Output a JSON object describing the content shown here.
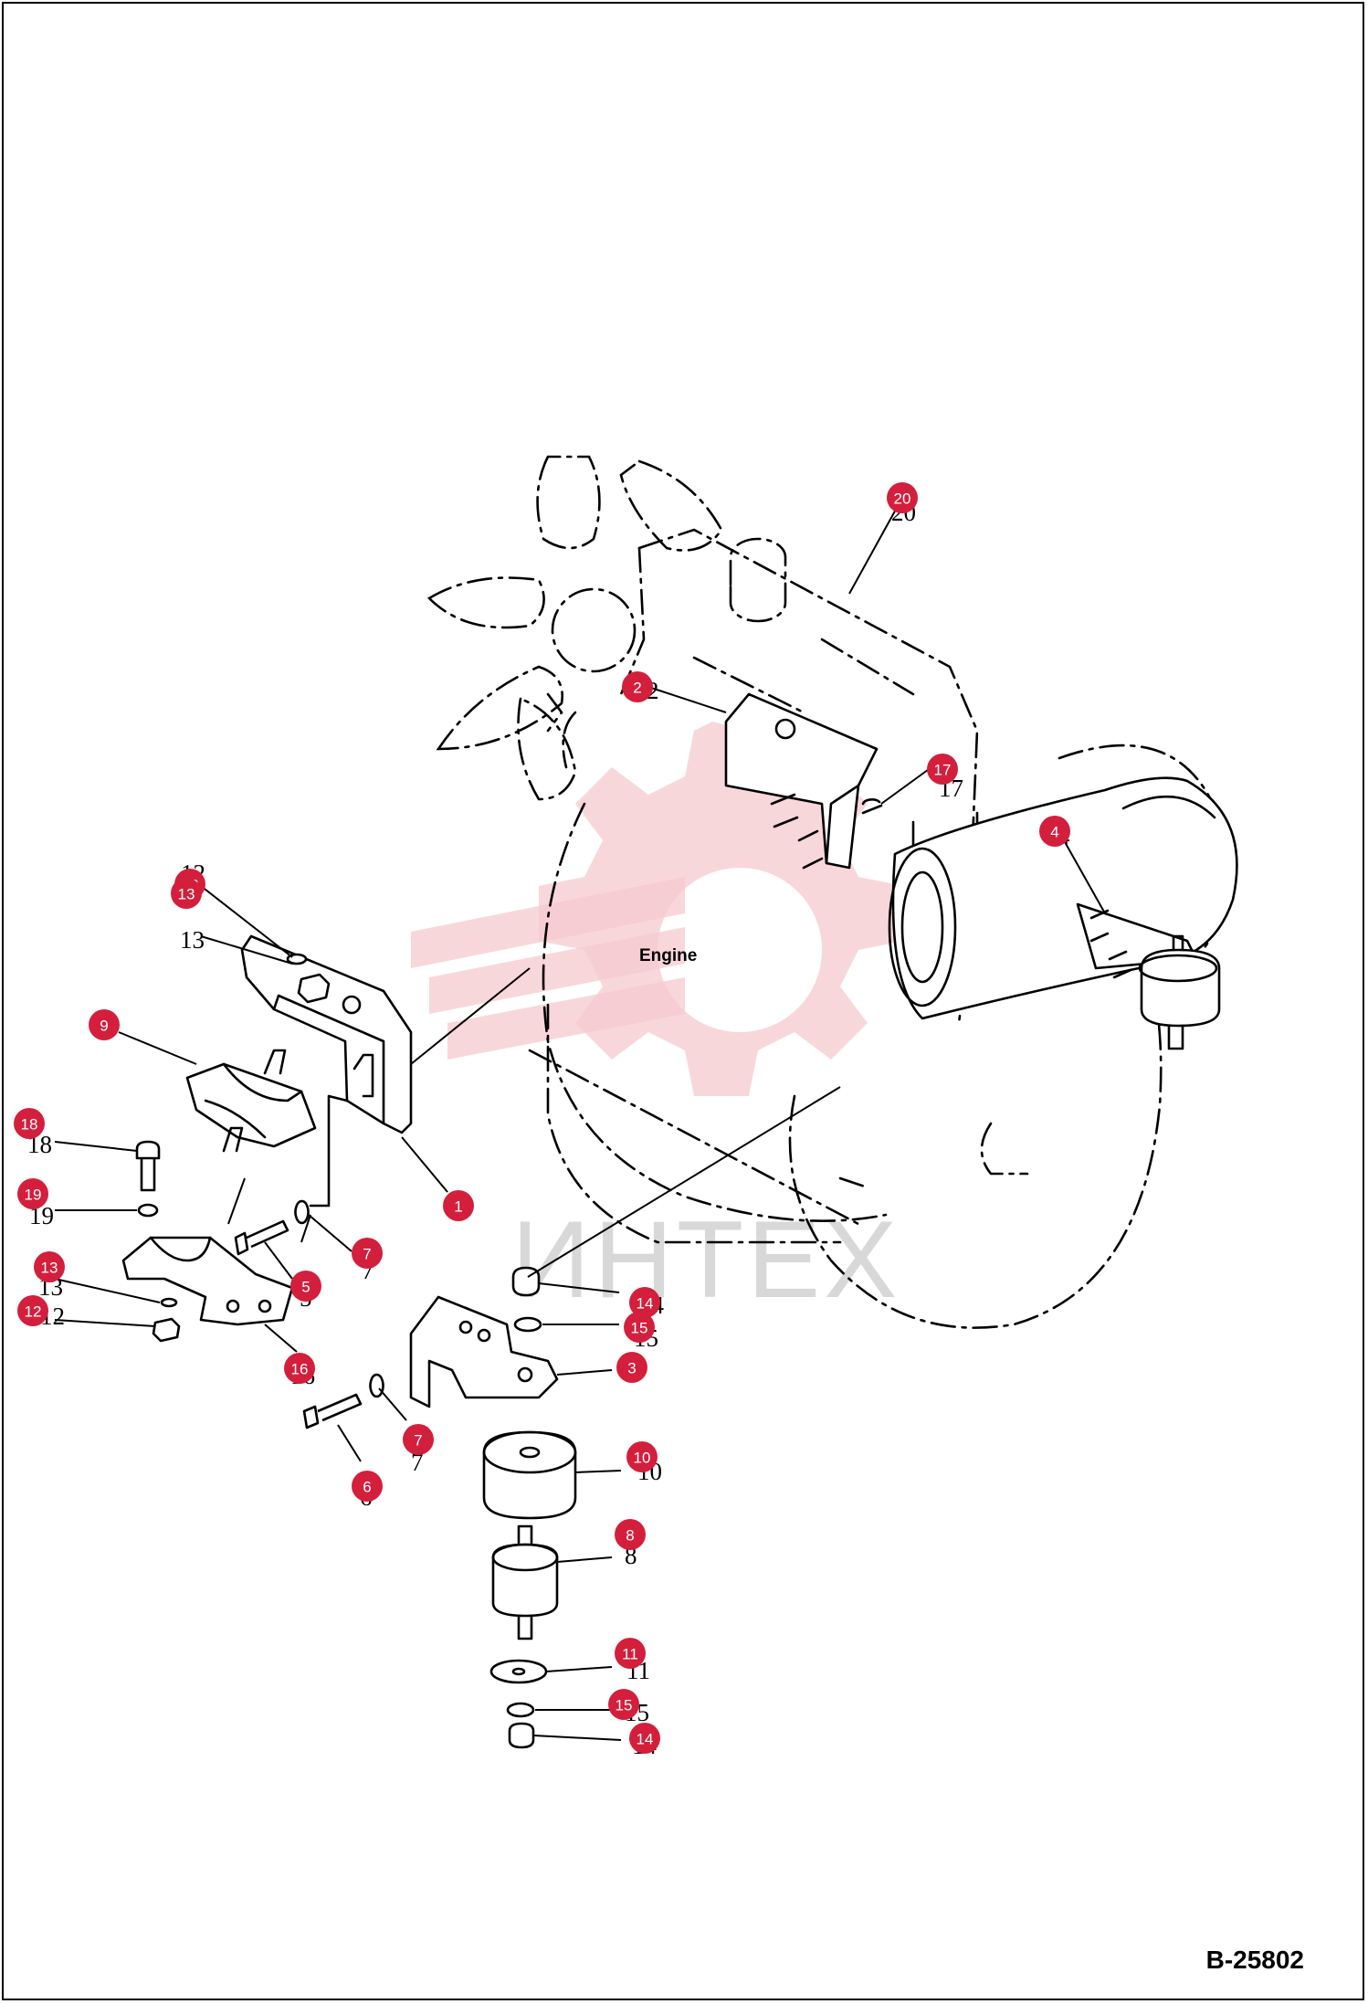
{
  "diagram": {
    "drawing_code": "B-25802",
    "engine_label": "Engine",
    "watermark": "ИНТЕХ",
    "callouts": [
      {
        "num": "20",
        "printed": "20"
      },
      {
        "num": "2",
        "printed": "2"
      },
      {
        "num": "17",
        "printed": "17"
      },
      {
        "num": "4",
        "printed": "4"
      },
      {
        "num": "12",
        "printed": "12"
      },
      {
        "num": "13",
        "printed": "13"
      },
      {
        "num": "9",
        "printed": "9"
      },
      {
        "num": "1",
        "printed": "1"
      },
      {
        "num": "18",
        "printed": "18"
      },
      {
        "num": "19",
        "printed": "19"
      },
      {
        "num": "7",
        "printed": "7"
      },
      {
        "num": "5",
        "printed": "5"
      },
      {
        "num": "13",
        "printed": "13"
      },
      {
        "num": "12",
        "printed": "12"
      },
      {
        "num": "16",
        "printed": "16"
      },
      {
        "num": "14",
        "printed": "14"
      },
      {
        "num": "15",
        "printed": "15"
      },
      {
        "num": "3",
        "printed": "3"
      },
      {
        "num": "7",
        "printed": "7"
      },
      {
        "num": "6",
        "printed": "6"
      },
      {
        "num": "10",
        "printed": "10"
      },
      {
        "num": "8",
        "printed": "8"
      },
      {
        "num": "11",
        "printed": "11"
      },
      {
        "num": "15",
        "printed": "15"
      },
      {
        "num": "14",
        "printed": "14"
      }
    ]
  }
}
